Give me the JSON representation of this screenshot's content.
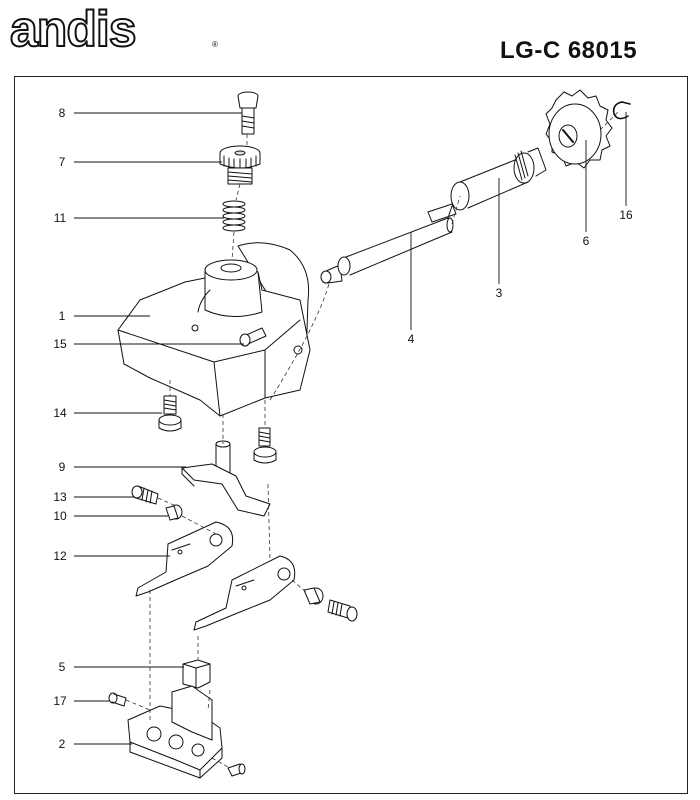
{
  "header": {
    "brand": "andis",
    "brand_mark": "®",
    "model": "LG-C 68015"
  },
  "callouts": {
    "c1": "1",
    "c2": "2",
    "c3": "3",
    "c4": "4",
    "c5": "5",
    "c6": "6",
    "c7": "7",
    "c8": "8",
    "c9": "9",
    "c10": "10",
    "c11": "11",
    "c12": "12",
    "c13": "13",
    "c14": "14",
    "c15": "15",
    "c16": "16",
    "c17": "17"
  }
}
